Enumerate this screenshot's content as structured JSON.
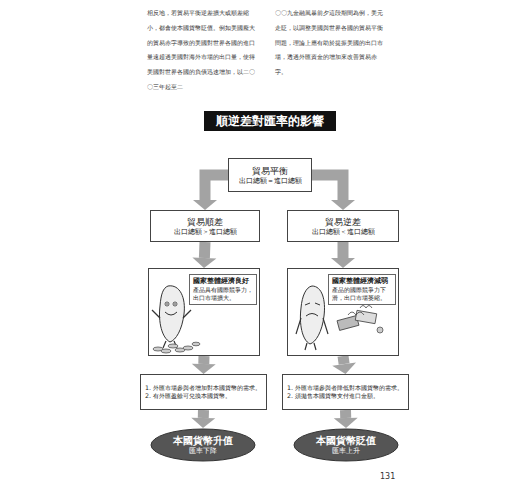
{
  "diagram": {
    "title": "順逆差對匯率的影響",
    "nodes": [
      {
        "text": [
          "貿易平衡",
          "出口總額＝進口總額"
        ]
      },
      {
        "text": [
          "貿易順差",
          "出口總額＞進口總額"
        ]
      },
      {
        "text": [
          "貿易逆差",
          "出口總額＜進口總額"
        ]
      },
      {
        "text": [
          "國家整體經濟良好",
          "產品具有國際競爭力，出口市場擴大。"
        ]
      },
      {
        "text": [
          "國家整體經濟減弱",
          "產品的國際競爭力下滑，出口市場萎縮。"
        ]
      },
      {
        "text": [
          "1. 外匯市場參與者增加對本國貨幣的需求。",
          "2. 有外匯盈餘可兌換本國貨幣。"
        ]
      },
      {
        "text": [
          "1. 外匯市場參與者降低對本國貨幣的需求。",
          "2. 須拋售本國貨幣支付進口金額。"
        ]
      },
      {
        "text": [
          "本國貨幣升值",
          "匯率下降"
        ]
      },
      {
        "text": [
          "本國貨幣貶值",
          "匯率上升"
        ]
      }
    ],
    "edges": [
      {
        "from": 0,
        "to": 1,
        "arrow": "to"
      },
      {
        "from": 0,
        "to": 2,
        "arrow": "to"
      },
      {
        "from": 1,
        "to": 3,
        "arrow": "to"
      },
      {
        "from": 2,
        "to": 4,
        "arrow": "to"
      },
      {
        "from": 3,
        "to": 5,
        "arrow": "to"
      },
      {
        "from": 4,
        "to": 6,
        "arrow": "to"
      },
      {
        "from": 5,
        "to": 7,
        "arrow": "to"
      },
      {
        "from": 6,
        "to": 8,
        "arrow": "to"
      }
    ],
    "labels": [
      "相反地，若貿易平衡逆差擴大或順差縮小，都會使本國貨幣貶值。例如美國龐大的貿易赤字導致的美國對世界各國的進口量遠超過美國對海外市場的出口量，使得美國對世界各國的負債迅速增加，以二〇〇三年起至二",
      "〇〇九金融風暴前夕這段期間為例，美元走貶，以調整美國與世界各國的貿易平衡問題，理論上應有助於提振美國的出口市場，透過外匯資金的增加來改善貿易赤字。",
      "131"
    ]
  }
}
